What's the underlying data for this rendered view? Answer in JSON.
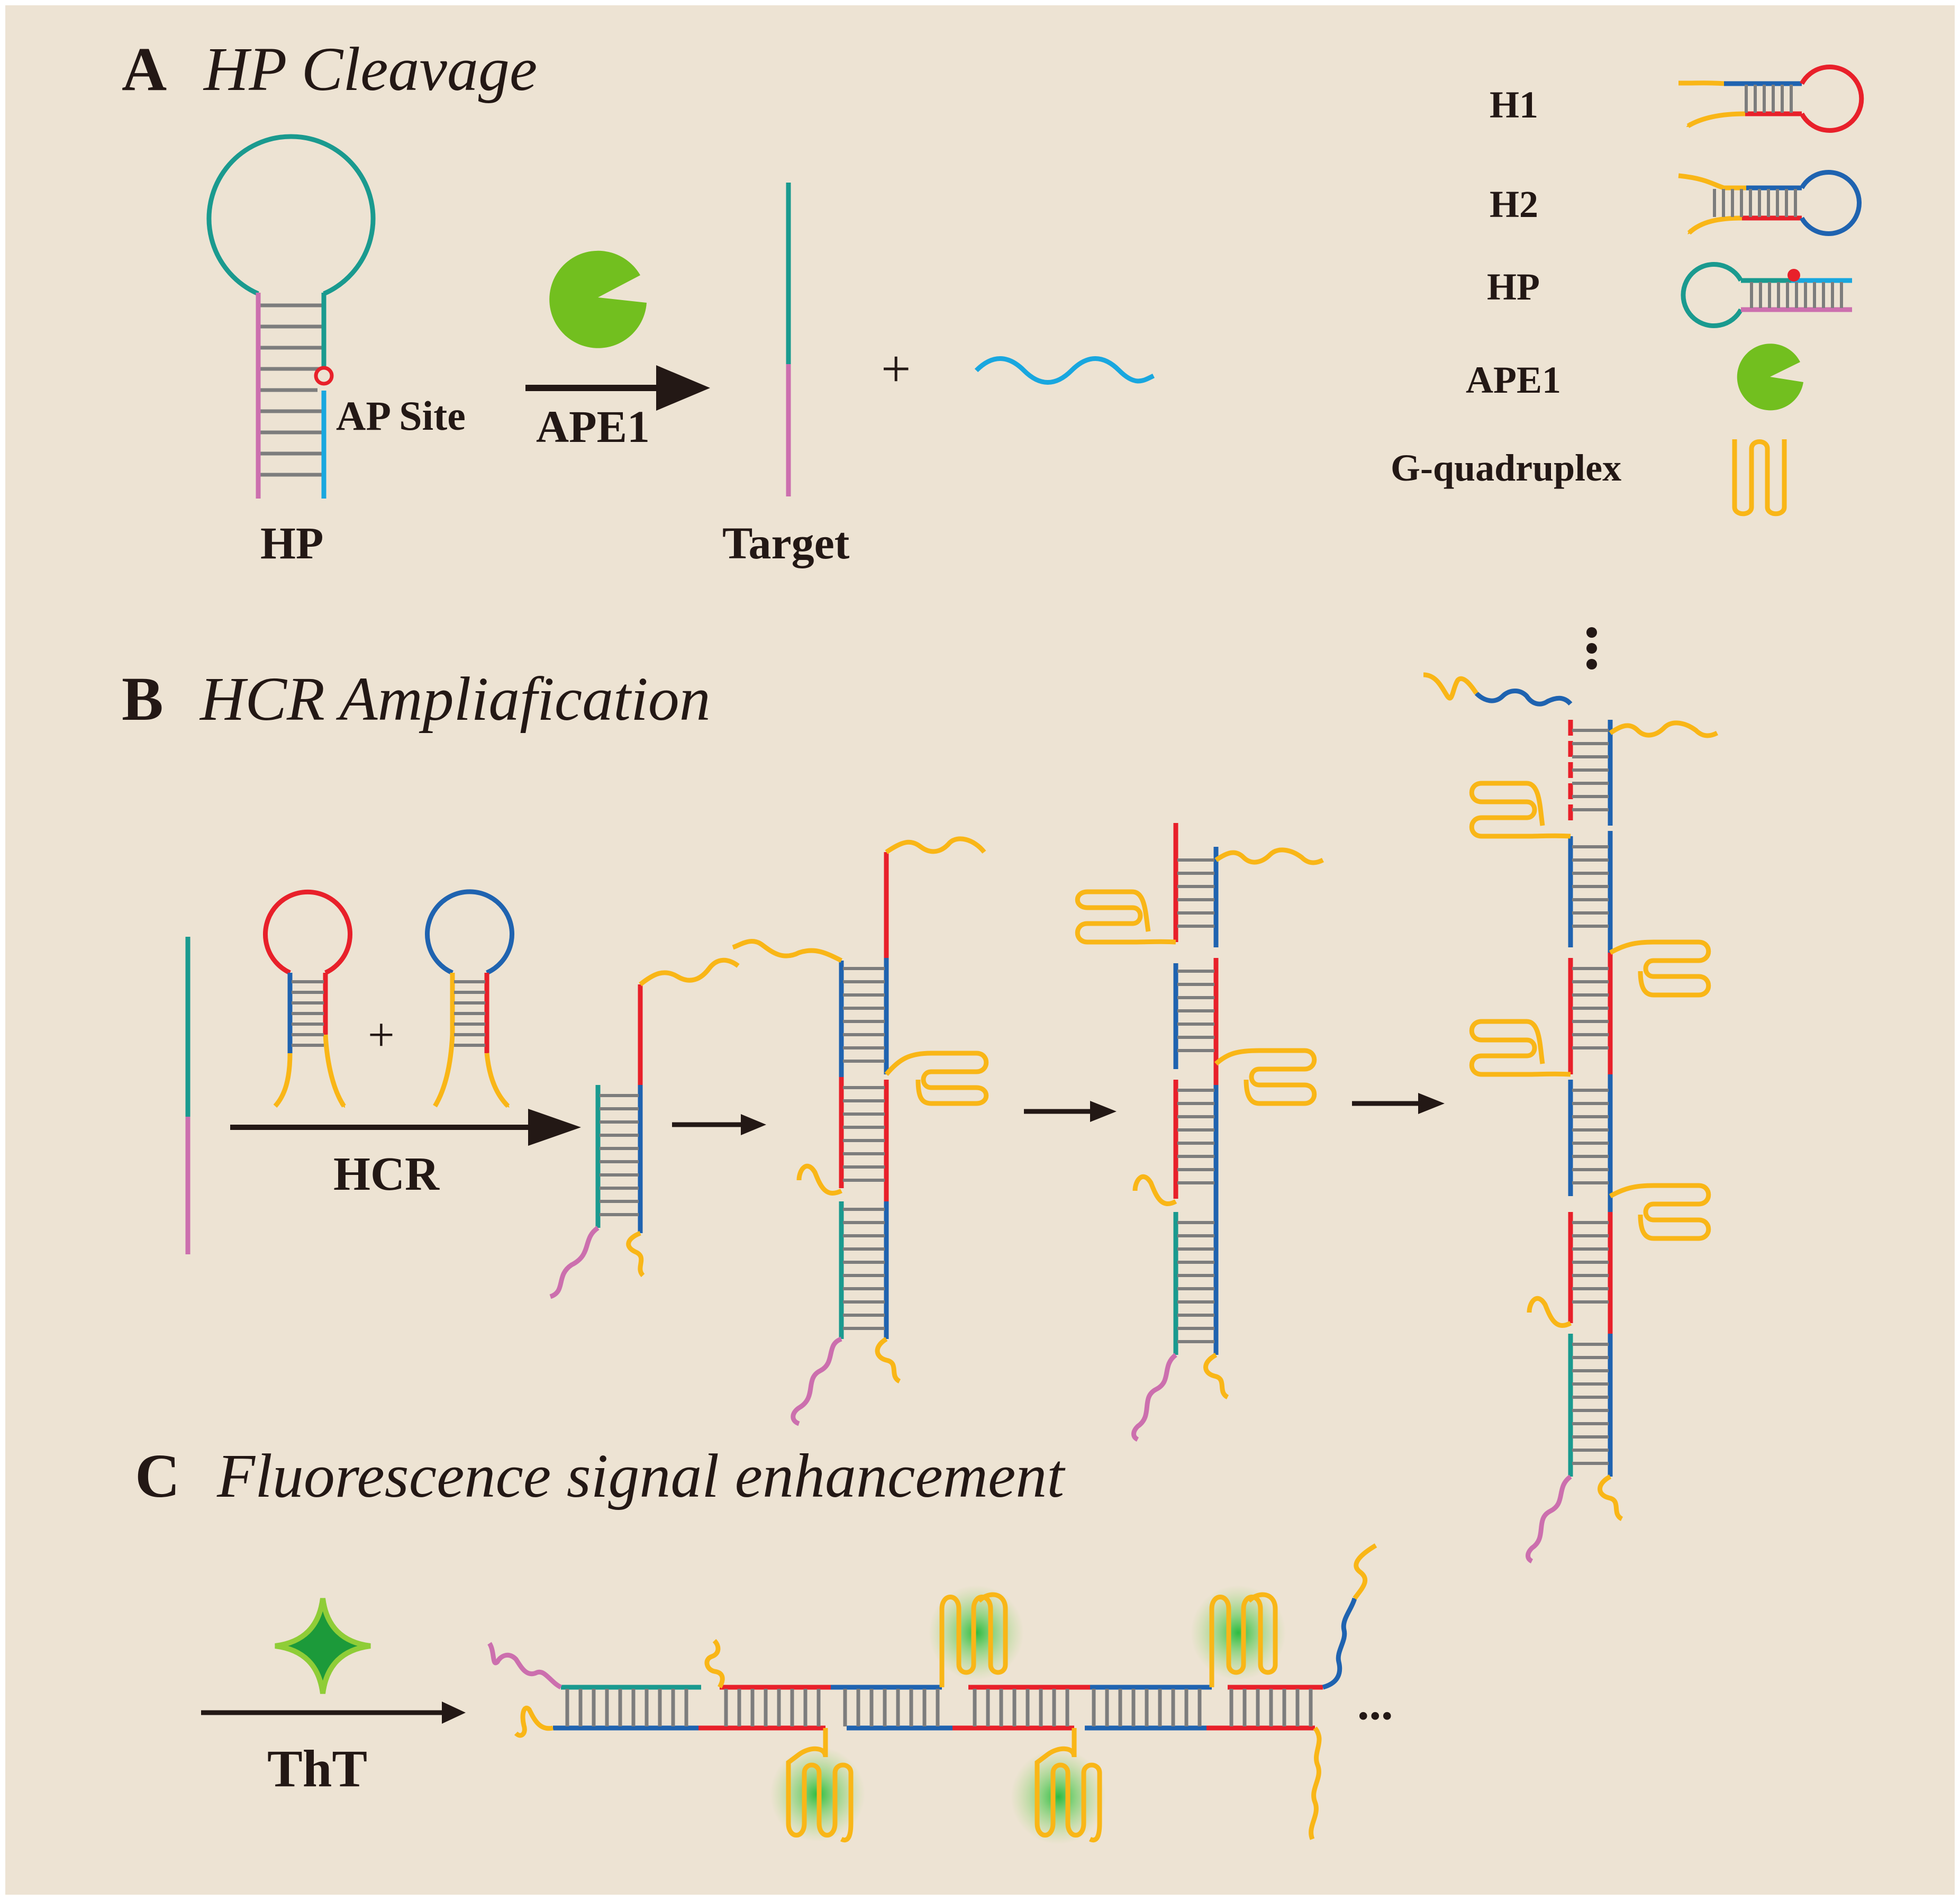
{
  "sections": {
    "a": {
      "letter": "A",
      "title": "HP Cleavage"
    },
    "b": {
      "letter": "B",
      "title": "HCR Ampliafication"
    },
    "c": {
      "letter": "C",
      "title": "Fluorescence signal enhancement"
    }
  },
  "panel_a": {
    "hp_label": "HP",
    "ap_site_label": "AP Site",
    "enzyme_label": "APE1",
    "plus": "+",
    "target_label": "Target"
  },
  "legend": [
    {
      "label": "H1"
    },
    {
      "label": "H2"
    },
    {
      "label": "HP"
    },
    {
      "label": "APE1"
    },
    {
      "label": "G-quadruplex"
    }
  ],
  "panel_b": {
    "plus": "+",
    "arrow_label": "HCR",
    "continuation": "⋮"
  },
  "panel_c": {
    "arrow_label": "ThT",
    "continuation": "..."
  },
  "colors": {
    "background": "#ede3d3",
    "teal": "#1a9a8f",
    "pink": "#cc6fae",
    "light_blue": "#19a7df",
    "red": "#e8202a",
    "blue": "#1f63b0",
    "orange": "#f9b617",
    "green": "#72bf1f",
    "rung": "#7d7d7d",
    "text": "#231815"
  }
}
